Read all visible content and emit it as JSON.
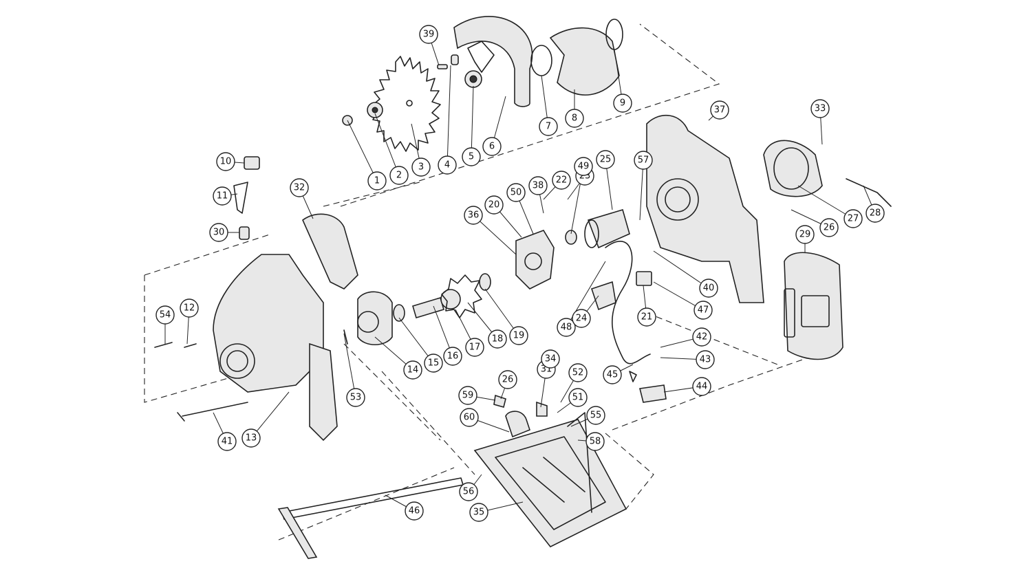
{
  "callouts": [
    {
      "label": "1"
    },
    {
      "label": "2"
    },
    {
      "label": "3"
    },
    {
      "label": "4"
    },
    {
      "label": "5"
    },
    {
      "label": "6"
    },
    {
      "label": "7"
    },
    {
      "label": "8"
    },
    {
      "label": "9"
    },
    {
      "label": "39"
    },
    {
      "label": "10"
    },
    {
      "label": "11"
    },
    {
      "label": "30"
    },
    {
      "label": "32"
    },
    {
      "label": "54"
    },
    {
      "label": "12"
    },
    {
      "label": "41"
    },
    {
      "label": "13"
    },
    {
      "label": "53"
    },
    {
      "label": "14"
    },
    {
      "label": "15"
    },
    {
      "label": "16"
    },
    {
      "label": "17"
    },
    {
      "label": "18"
    },
    {
      "label": "19"
    },
    {
      "label": "36"
    },
    {
      "label": "20"
    },
    {
      "label": "50"
    },
    {
      "label": "38"
    },
    {
      "label": "22"
    },
    {
      "label": "23"
    },
    {
      "label": "49"
    },
    {
      "label": "25"
    },
    {
      "label": "57"
    },
    {
      "label": "37"
    },
    {
      "label": "33"
    },
    {
      "label": "26"
    },
    {
      "label": "27"
    },
    {
      "label": "28"
    },
    {
      "label": "29"
    },
    {
      "label": "40"
    },
    {
      "label": "47"
    },
    {
      "label": "21"
    },
    {
      "label": "48"
    },
    {
      "label": "24"
    },
    {
      "label": "42"
    },
    {
      "label": "43"
    },
    {
      "label": "44"
    },
    {
      "label": "45"
    },
    {
      "label": "26"
    },
    {
      "label": "31"
    },
    {
      "label": "34"
    },
    {
      "label": "52"
    },
    {
      "label": "51"
    },
    {
      "label": "59"
    },
    {
      "label": "60"
    },
    {
      "label": "55"
    },
    {
      "label": "58"
    },
    {
      "label": "56"
    },
    {
      "label": "35"
    },
    {
      "label": "46"
    }
  ]
}
